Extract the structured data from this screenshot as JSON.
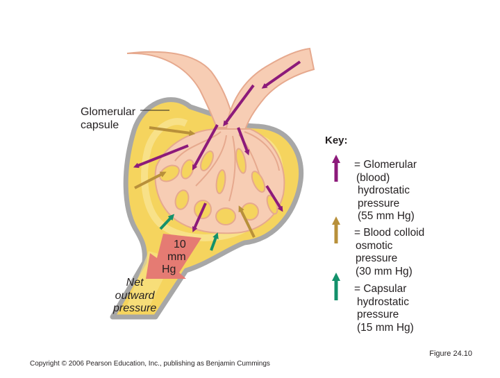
{
  "diagram": {
    "capsule_label": [
      "Glomerular",
      "capsule"
    ],
    "key": {
      "title": "Key:",
      "items": [
        {
          "color": "#8c1a7a",
          "lines": [
            "= Glomerular",
            "(blood)",
            "hydrostatic",
            "pressure",
            "(55 mm Hg)"
          ]
        },
        {
          "color": "#b8903a",
          "lines": [
            "= Blood colloid",
            "osmotic",
            "pressure",
            "(30 mm Hg)"
          ]
        },
        {
          "color": "#13916b",
          "lines": [
            "= Capsular",
            "hydrostatic",
            "pressure",
            "(15 mm Hg)"
          ]
        }
      ]
    },
    "net_value": [
      "10",
      "mm",
      "Hg"
    ],
    "net_label": [
      "Net",
      "outward",
      "pressure"
    ]
  },
  "footer": {
    "figure": "Figure 24.10",
    "copyright": "Copyright © 2006 Pearson Education, Inc., publishing as Benjamin Cummings"
  },
  "colors": {
    "capsule": "#f5d45e",
    "capsule_edge": "#a7a7a7",
    "vessel": "#f7cdb4",
    "vessel_edge": "#e6a98e",
    "net_arrow": "#e57b73"
  }
}
